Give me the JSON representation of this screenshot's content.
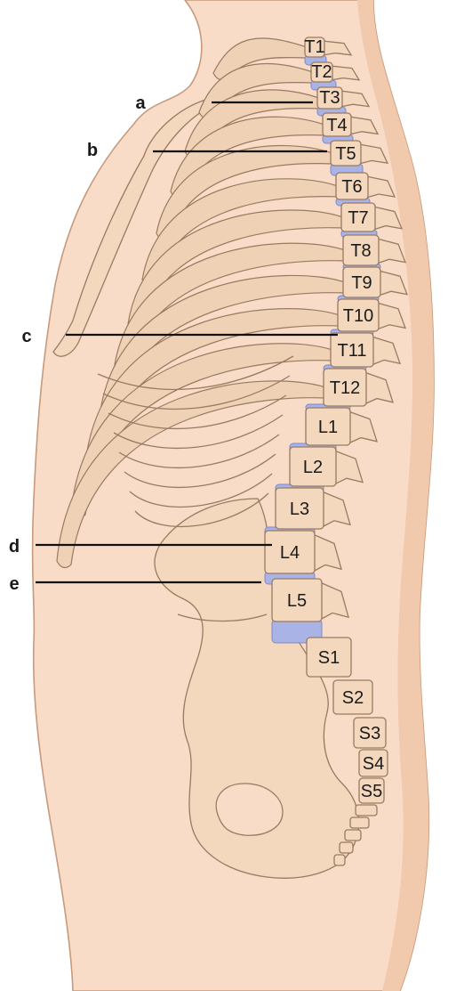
{
  "vertebrae": [
    "T1",
    "T2",
    "T3",
    "T4",
    "T5",
    "T6",
    "T7",
    "T8",
    "T9",
    "T10",
    "T11",
    "T12",
    "L1",
    "L2",
    "L3",
    "L4",
    "L5",
    "S1",
    "S2",
    "S3",
    "S4",
    "S5"
  ],
  "pointers": [
    "a",
    "b",
    "c",
    "d",
    "e"
  ],
  "colors": {
    "skin": "#f8dcc7",
    "skin_outline": "#c79a7c",
    "bone": "#f3d8bd",
    "bone_outline": "#9a7a60",
    "disc": "#a9b3e6",
    "line": "#111111"
  }
}
